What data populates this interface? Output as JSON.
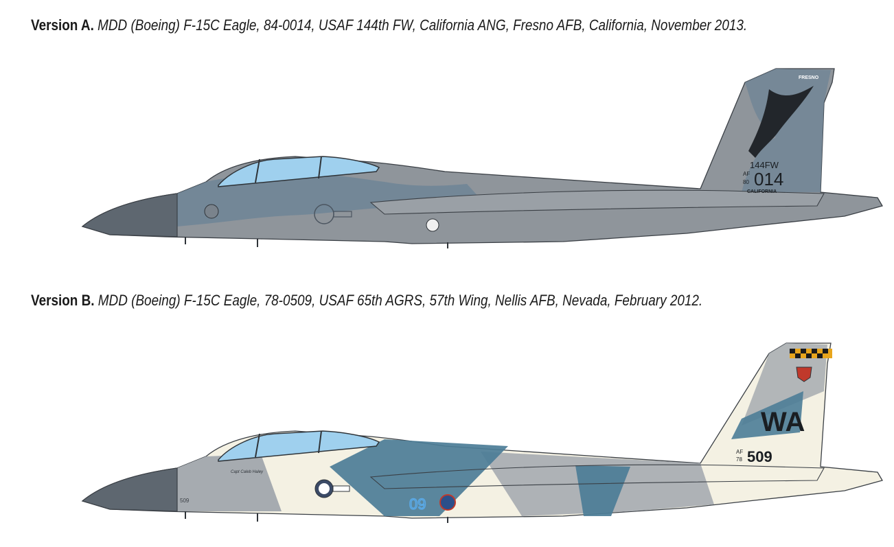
{
  "version_a": {
    "label": "Version A.",
    "description": "MDD (Boeing) F-15C Eagle,  84-0014, USAF 144th FW, California ANG, Fresno AFB, California, November 2013.",
    "markings": {
      "tail_top": "FRESNO",
      "unit": "144FW",
      "af": "AF",
      "year": "80",
      "serial": "014",
      "state": "CALIFORNIA"
    },
    "colors": {
      "base": "#8f959b",
      "camo": "#6f8596",
      "nose": "#5e6770",
      "canopy": "#9fd0ee",
      "tail_art": "#22262b"
    }
  },
  "version_b": {
    "label": "Version B.",
    "description": "MDD (Boeing) F-15C Eagle, 78-0509, USAF 65th AGRS, 57th Wing, Nellis AFB, Nevada, February 2012.",
    "markings": {
      "tail_code": "WA",
      "af": "AF",
      "year": "78",
      "serial": "509",
      "modex": "09",
      "nose_number": "509",
      "pilot_name": "Capt Caleb Haley"
    },
    "colors": {
      "base": "#f4f1e3",
      "grey": "#a6abb0",
      "blue": "#4c7d97",
      "nose": "#5e6770",
      "canopy": "#9fd0ee",
      "checker": "#e8a51c"
    }
  }
}
